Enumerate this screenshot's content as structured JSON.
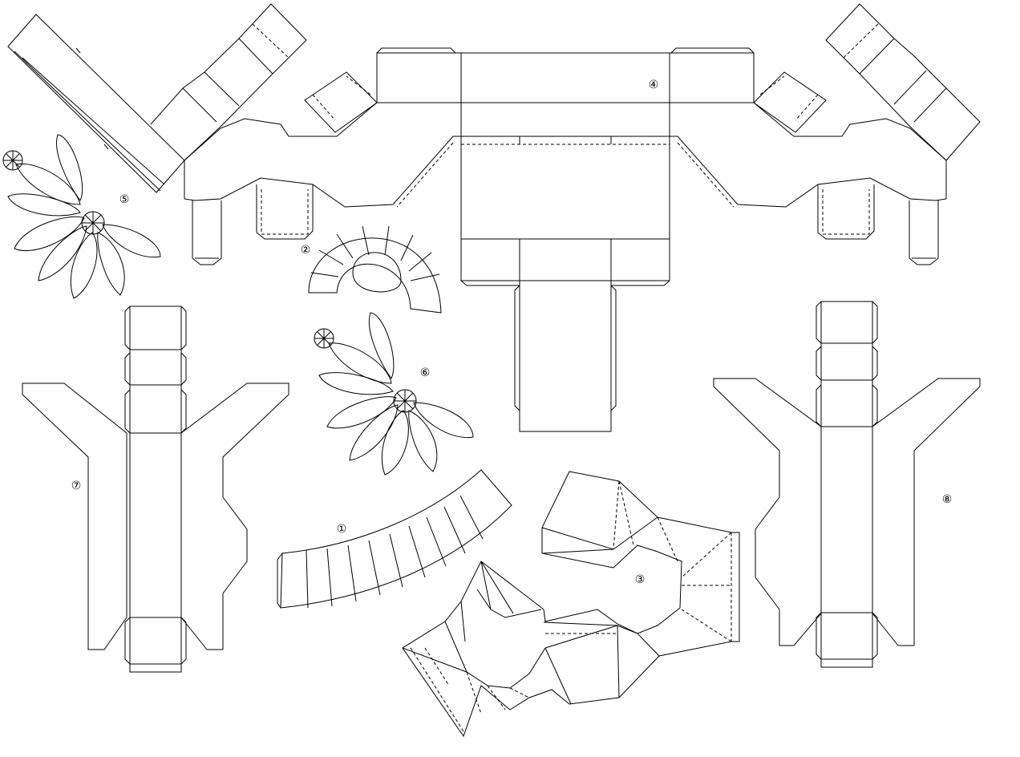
{
  "parts": [
    {
      "id": "part-1",
      "label": "①"
    },
    {
      "id": "part-2",
      "label": "②"
    },
    {
      "id": "part-3",
      "label": "③"
    },
    {
      "id": "part-4",
      "label": "④"
    },
    {
      "id": "part-5",
      "label": "⑤"
    },
    {
      "id": "part-6",
      "label": "⑥"
    },
    {
      "id": "part-7",
      "label": "⑦"
    },
    {
      "id": "part-8",
      "label": "⑧"
    }
  ]
}
